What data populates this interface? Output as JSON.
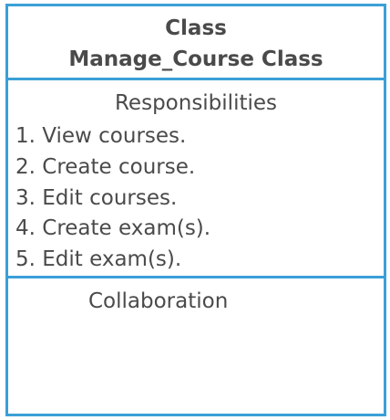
{
  "card": {
    "header": {
      "line1": "Class",
      "line2": "Manage_Course Class"
    },
    "responsibilities": {
      "title": "Responsibilities",
      "items": [
        "1. View courses.",
        "2. Create course.",
        "3. Edit courses.",
        "4. Create exam(s).",
        "5. Edit exam(s)."
      ]
    },
    "collaboration": {
      "title": "Collaboration"
    }
  },
  "colors": {
    "border": "#3a9fd8",
    "text": "#4a4a4a"
  }
}
